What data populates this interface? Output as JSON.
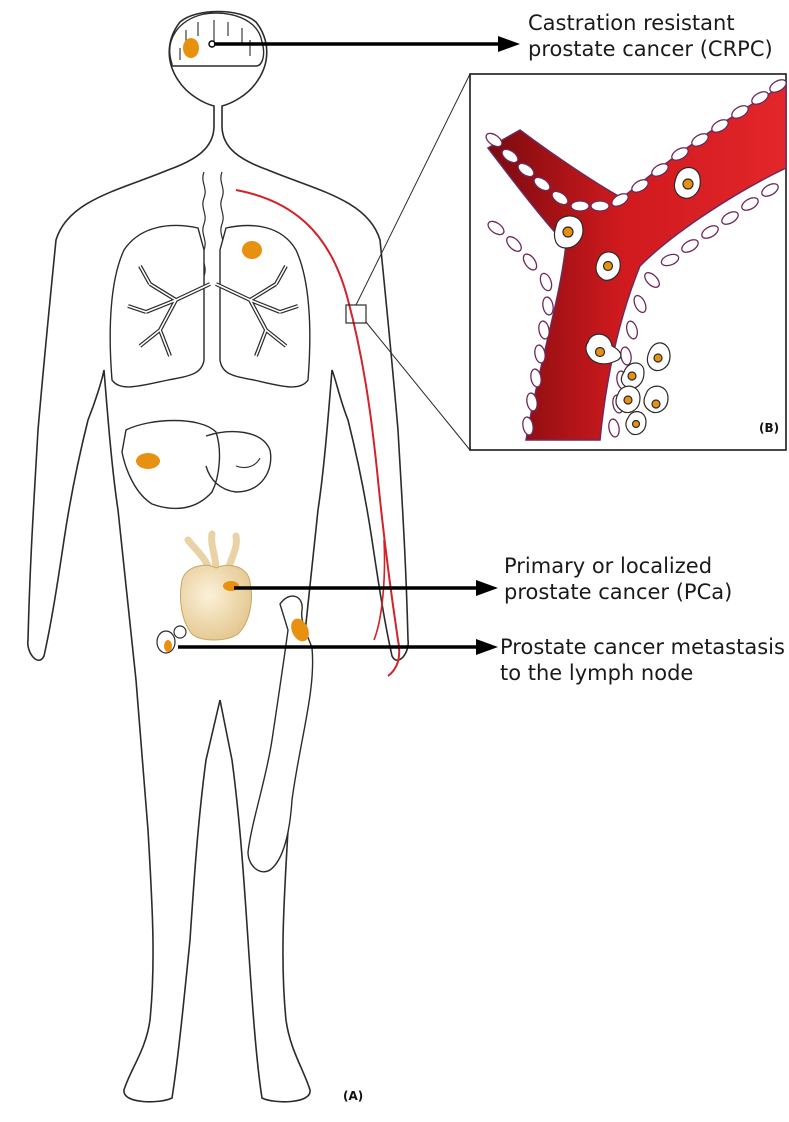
{
  "labels": {
    "crpc_line1": "Castration resistant",
    "crpc_line2": "prostate cancer (CRPC)",
    "primary_line1": "Primary or localized",
    "primary_line2": "prostate cancer (PCa)",
    "lymph_line1": "Prostate cancer metastasis",
    "lymph_line2": "to the lymph node",
    "panel_a": "(A)",
    "panel_b": "(B)"
  },
  "colors": {
    "outline": "#2b2b2b",
    "tumor": "#e8900f",
    "vessel_dark": "#8c0c10",
    "vessel_light": "#e01e22",
    "endothelium": "#6e2a5c",
    "prostate": "#f2dcae",
    "arrow": "#000000"
  }
}
